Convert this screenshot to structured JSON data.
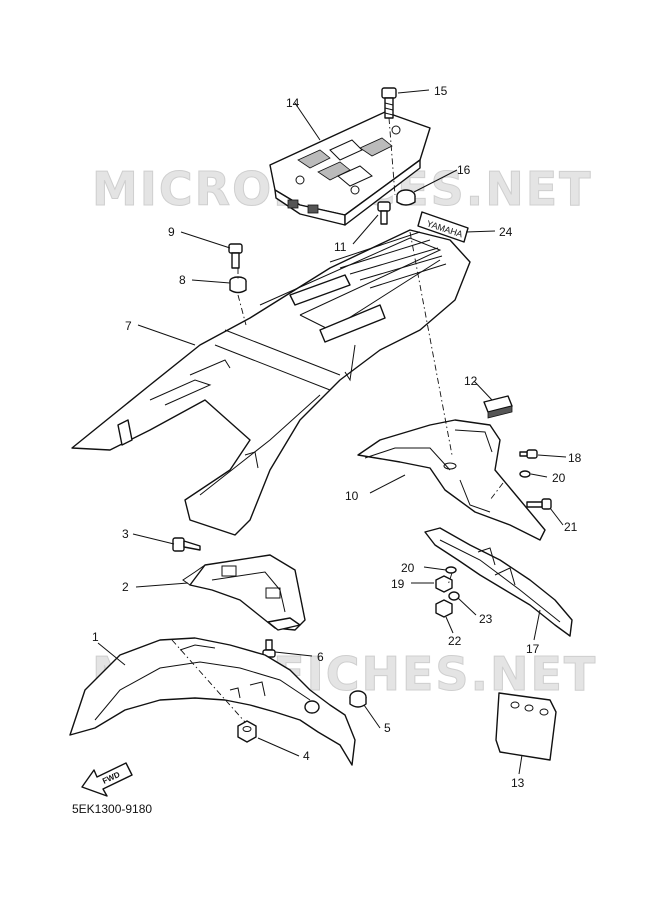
{
  "watermarks": [
    "MICROPIECES.NET",
    "MICROFICHES.NET"
  ],
  "diagram_code": "5EK1300-9180",
  "decal_text": "YAMAHA",
  "direction_marker": "FWD",
  "callouts": {
    "c1": "1",
    "c2": "2",
    "c3": "3",
    "c4": "4",
    "c5": "5",
    "c6": "6",
    "c7": "7",
    "c8": "8",
    "c9": "9",
    "c10": "10",
    "c11": "11",
    "c12": "12",
    "c13": "13",
    "c14": "14",
    "c15": "15",
    "c16": "16",
    "c17": "17",
    "c18": "18",
    "c19": "19",
    "c20a": "20",
    "c20b": "20",
    "c21": "21",
    "c22": "22",
    "c23": "23",
    "c24": "24"
  }
}
